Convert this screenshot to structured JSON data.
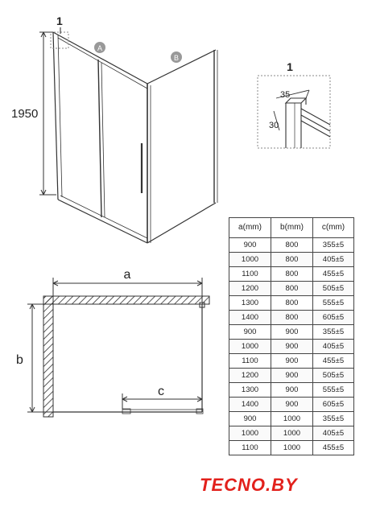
{
  "dimensions": {
    "height_label": "1950",
    "detail_marker": "1",
    "detail_title": "1",
    "detail_width": "35",
    "detail_depth": "30",
    "panel_a": "A",
    "panel_b": "B",
    "plan_a": "a",
    "plan_b": "b",
    "plan_c": "c"
  },
  "table": {
    "headers": [
      "a(mm)",
      "b(mm)",
      "c(mm)"
    ],
    "rows": [
      [
        "900",
        "800",
        "355±5"
      ],
      [
        "1000",
        "800",
        "405±5"
      ],
      [
        "1100",
        "800",
        "455±5"
      ],
      [
        "1200",
        "800",
        "505±5"
      ],
      [
        "1300",
        "800",
        "555±5"
      ],
      [
        "1400",
        "800",
        "605±5"
      ],
      [
        "900",
        "900",
        "355±5"
      ],
      [
        "1000",
        "900",
        "405±5"
      ],
      [
        "1100",
        "900",
        "455±5"
      ],
      [
        "1200",
        "900",
        "505±5"
      ],
      [
        "1300",
        "900",
        "555±5"
      ],
      [
        "1400",
        "900",
        "605±5"
      ],
      [
        "900",
        "1000",
        "355±5"
      ],
      [
        "1000",
        "1000",
        "405±5"
      ],
      [
        "1100",
        "1000",
        "455±5"
      ]
    ]
  },
  "brand": {
    "logo_text": "TECNO.BY",
    "color": "#e2201b"
  },
  "colors": {
    "line": "#333333",
    "marker": "#888888"
  }
}
